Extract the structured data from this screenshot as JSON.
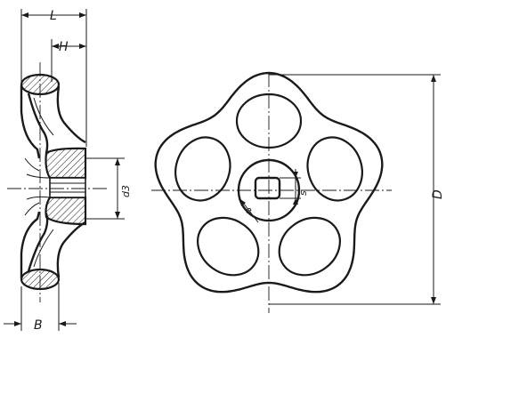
{
  "dimensions": {
    "L": "L",
    "H": "H",
    "B": "B",
    "d3": "d3",
    "D": "D",
    "e": "e",
    "s": "s"
  },
  "colors": {
    "ink": "#1a1a1a",
    "paper": "#ffffff"
  }
}
